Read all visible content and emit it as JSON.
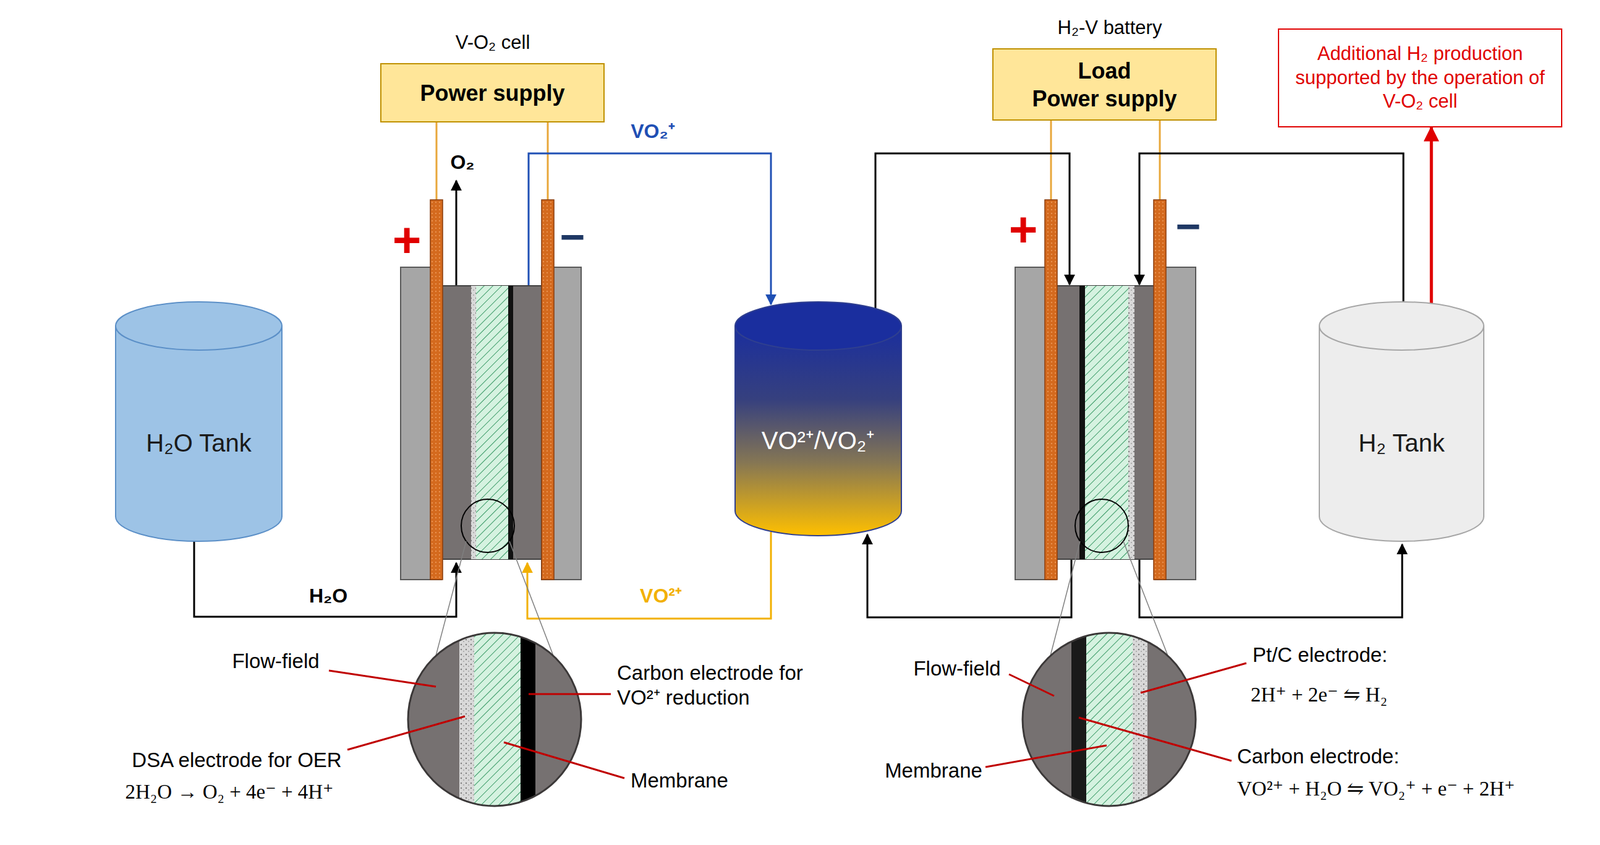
{
  "diagram": {
    "nodes": [
      {
        "text": [
          "Power supply"
        ]
      },
      {
        "text": [
          "H₂O Tank"
        ]
      },
      {
        "text": [
          "VO²⁺/VO₂⁺"
        ]
      },
      {
        "text": [
          "Load",
          "Power supply"
        ]
      },
      {
        "text": [
          "H₂ Tank"
        ]
      },
      {
        "text": [
          "Additional H₂ production supported by the operation of V-O₂ cell"
        ]
      }
    ],
    "edges": [
      {
        "from": 4,
        "to": 5,
        "arrow": "to"
      }
    ],
    "labels": [
      "V-O₂ cell",
      "O₂",
      "+",
      "−",
      "VO₂⁺",
      "H₂O",
      "VO²⁺",
      "H₂-V battery",
      "+",
      "−",
      "Flow-field",
      "DSA electrode for OER",
      "2H₂O → O₂ + 4e⁻ + 4H⁺",
      "Carbon electrode for VO²⁺ reduction",
      "Membrane",
      "Flow-field",
      "Membrane",
      "Pt/C electrode:",
      "2H⁺ + 2e⁻ ⇋ H₂",
      "Carbon electrode:",
      "VO²⁺ + H₂O ⇋ VO₂⁺ + e⁻ + 2H⁺"
    ]
  }
}
